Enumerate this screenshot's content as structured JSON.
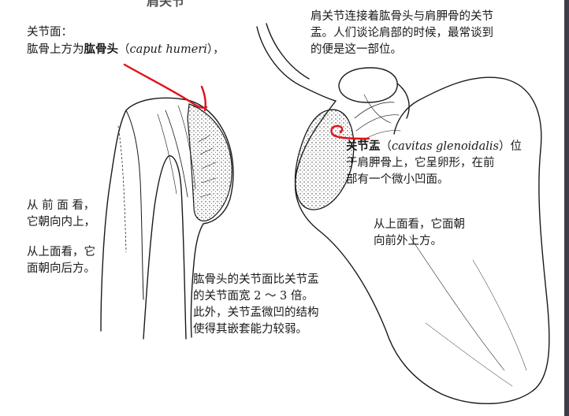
{
  "page": {
    "top_fragment": "肩关节"
  },
  "labels": {
    "articular_surface": {
      "line1": "关节面：",
      "line2_prefix": "肱骨上方为",
      "line2_bold": "肱骨头",
      "line2_open": "（",
      "line2_latin": "caput humeri",
      "line2_close": "），"
    },
    "glenoid_intro": {
      "line1": "肩关节连接着肱骨头与肩胛骨的关节",
      "line2": "盂。人们谈论肩部的时候，最常谈到",
      "line3": "的便是这一部位。"
    },
    "glenoid_term": {
      "bold": "关节盂",
      "open": "（",
      "latin": "cavitas glenoidalis",
      "close": "）位",
      "line2": "于肩胛骨上，它呈卵形，在前",
      "line3": "部有一个微小凹面。"
    },
    "front_view": {
      "line1": "从 前 面 看，",
      "line2": "它朝向内上，"
    },
    "top_view_left": {
      "line1": "从上面看，它",
      "line2": "面朝向后方。"
    },
    "top_view_right": {
      "line1": "从上面看，它面朝",
      "line2": "向前外上方。"
    },
    "comparison": {
      "line1": "肱骨头的关节面比关节盂",
      "line2": "的关节面宽 2 ～ 3 倍。",
      "line3": "此外，关节盂微凹的结构",
      "line4": "使得其嵌套能力较弱。"
    }
  },
  "colors": {
    "ink": "#1a1a1a",
    "annotation_red": "#e0121a",
    "edge_strip": "#3c3f48"
  }
}
